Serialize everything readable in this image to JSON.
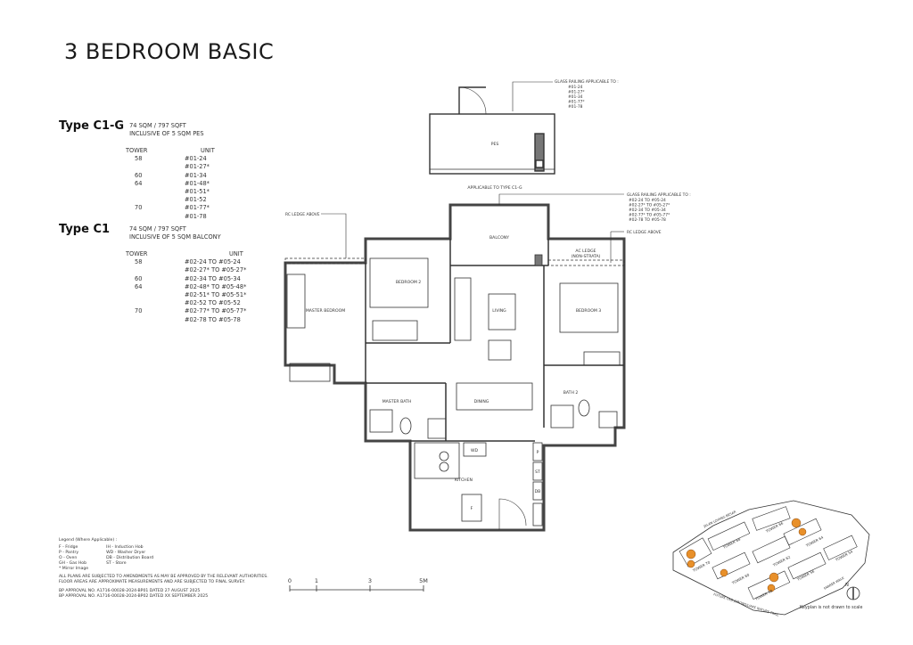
{
  "page_title": "3 BEDROOM BASIC",
  "types": [
    {
      "name": "Type C1-G",
      "area": "74 SQM / 797 SQFT",
      "inclusive": "INCLUSIVE OF 5 SQM PES",
      "col_tower": "TOWER",
      "col_unit": "UNIT",
      "rows": [
        {
          "tower": "58",
          "unit": "#01-24"
        },
        {
          "tower": "",
          "unit": "#01-27*"
        },
        {
          "tower": "60",
          "unit": "#01-34"
        },
        {
          "tower": "64",
          "unit": "#01-48*"
        },
        {
          "tower": "",
          "unit": "#01-51*"
        },
        {
          "tower": "",
          "unit": "#01-52"
        },
        {
          "tower": "70",
          "unit": "#01-77*"
        },
        {
          "tower": "",
          "unit": "#01-78"
        }
      ]
    },
    {
      "name": "Type C1",
      "area": "74 SQM / 797 SQFT",
      "inclusive": "INCLUSIVE OF 5 SQM BALCONY",
      "col_tower": "TOWER",
      "col_unit": "UNIT",
      "rows": [
        {
          "tower": "58",
          "unit": "#02-24 TO #05-24"
        },
        {
          "tower": "",
          "unit": "#02-27* TO #05-27*"
        },
        {
          "tower": "60",
          "unit": "#02-34 TO #05-34"
        },
        {
          "tower": "64",
          "unit": "#02-48* TO #05-48*"
        },
        {
          "tower": "",
          "unit": "#02-51* TO #05-51*"
        },
        {
          "tower": "",
          "unit": "#02-52 TO #05-52"
        },
        {
          "tower": "70",
          "unit": "#02-77* TO #05-77*"
        },
        {
          "tower": "",
          "unit": "#02-78 TO #05-78"
        }
      ]
    }
  ],
  "pes_plan": {
    "room_label": "PES",
    "caption": "APPLICABLE TO TYPE C1-G",
    "railing_note_title": "GLASS RAILING APPLICABLE TO :",
    "railing_units": [
      "#01-24",
      "#01-27*",
      "#01-34",
      "#01-77*",
      "#01-78"
    ]
  },
  "floor_plan": {
    "rooms": {
      "balcony": "BALCONY",
      "bedroom2": "BEDROOM 2",
      "master_bedroom": "MASTER BEDROOM",
      "living": "LIVING",
      "bedroom3": "BEDROOM 3",
      "ac_ledge": "AC LEDGE",
      "ac_ledge_sub": "(NON-STRATA)",
      "master_bath": "MASTER BATH",
      "dining": "DINING",
      "bath2": "BATH 2",
      "kitchen": "KITCHEN"
    },
    "fixtures": {
      "wd": "WD",
      "p": "P",
      "st": "ST",
      "db": "DB",
      "f": "F"
    },
    "rc_ledge_left": "RC LEDGE ABOVE",
    "rc_ledge_right": "RC LEDGE ABOVE",
    "railing_note_title": "GLASS RAILING APPLICABLE TO :",
    "railing_units": [
      "#02-24 TO #05-24",
      "#02-27* TO #05-27*",
      "#02-34 TO #05-34",
      "#02-77* TO #05-77*",
      "#02-78 TO #05-78"
    ]
  },
  "legend": {
    "title": "Legend (Where Applicable) :",
    "left": [
      "F - Fridge",
      "P - Pantry",
      "O - Oven",
      "GH - Gas Hob",
      "* Mirror Image"
    ],
    "right": [
      "IH - Induction Hob",
      "WD - Washer Dryer",
      "DB - Distribution Board",
      "ST - Store"
    ],
    "disclaimer": [
      "ALL PLANS ARE SUBJECTED TO AMENDMENTS AS MAY BE APPROVED BY THE RELEVANT AUTHORITIES.",
      "FLOOR AREAS ARE APPROXIMATE MEASUREMENTS AND ARE SUBJECTED TO FINAL SURVEY."
    ],
    "approvals": [
      "BP APPROVAL NO. A1716-00028-2024-BP01  DATED 27 AUGUST 2025",
      "BP APPROVAL NO. A1716-00028-2024-BP02  DATED XX SEPTEMBER 2025"
    ]
  },
  "scale_bar": {
    "ticks": [
      "0",
      "1",
      "3",
      "5M"
    ]
  },
  "key_plan": {
    "towers": [
      "TOWER 70",
      "TOWER 68",
      "TOWER 66",
      "TOWER 60",
      "TOWER 62",
      "TOWER 64",
      "TOWER 58",
      "TOWER 56",
      "TOWER 54"
    ],
    "roads": [
      "JALAN LOYANG BESAR",
      "FUTURE OLD JURONG/LIAKE NATURE TRAIL",
      "FARRER WALK"
    ],
    "note": "Keyplan is not drawn to scale",
    "north": "N",
    "highlight_color": "#e8902a"
  }
}
